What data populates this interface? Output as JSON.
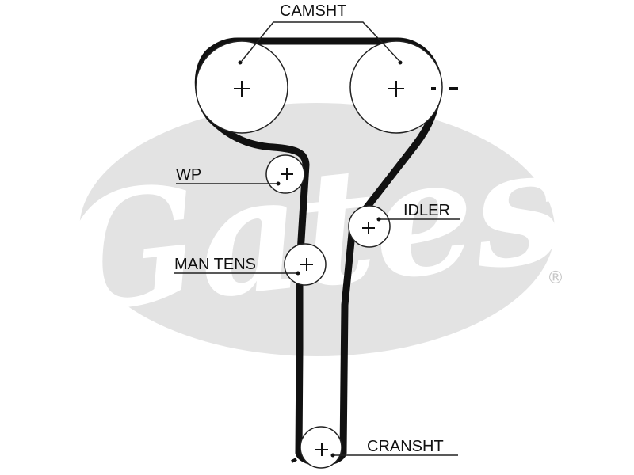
{
  "watermark": {
    "brand_text": "Gates",
    "registered_mark": "®",
    "ellipse_color": "#e3e3e3",
    "text_color": "#ffffff"
  },
  "labels": {
    "camshaft": "CAMSHT",
    "water_pump": "WP",
    "idler": "IDLER",
    "manual_tensioner": "MAN TENS",
    "crankshaft": "CRANSHT"
  },
  "colors": {
    "belt": "#111111",
    "line": "#222222",
    "pulley_fill": "#ffffff"
  },
  "icons": {
    "pulley_center": "plus-icon",
    "timing_mark": "dash-mark-icon"
  }
}
